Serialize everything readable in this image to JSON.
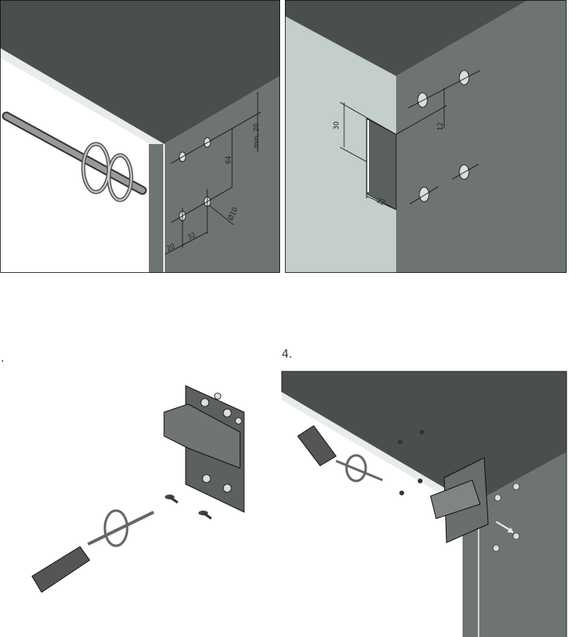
{
  "steps": {
    "step3_label": ".",
    "step4_label": "4."
  },
  "step1": {
    "dim_min": "min. 20",
    "dim_spacing_vertical": "64",
    "dim_diameter": "Ø10",
    "dim_edge": "20",
    "dim_spacing_horizontal": "32"
  },
  "step2": {
    "dim_height": "30",
    "dim_depth": "22",
    "dim_offset": "12"
  },
  "colors": {
    "cabinet_top": "#4a4f4e",
    "cabinet_side": "#6e7472",
    "inner_wall": "#c4cfcc",
    "hardware": "#5c605f"
  }
}
